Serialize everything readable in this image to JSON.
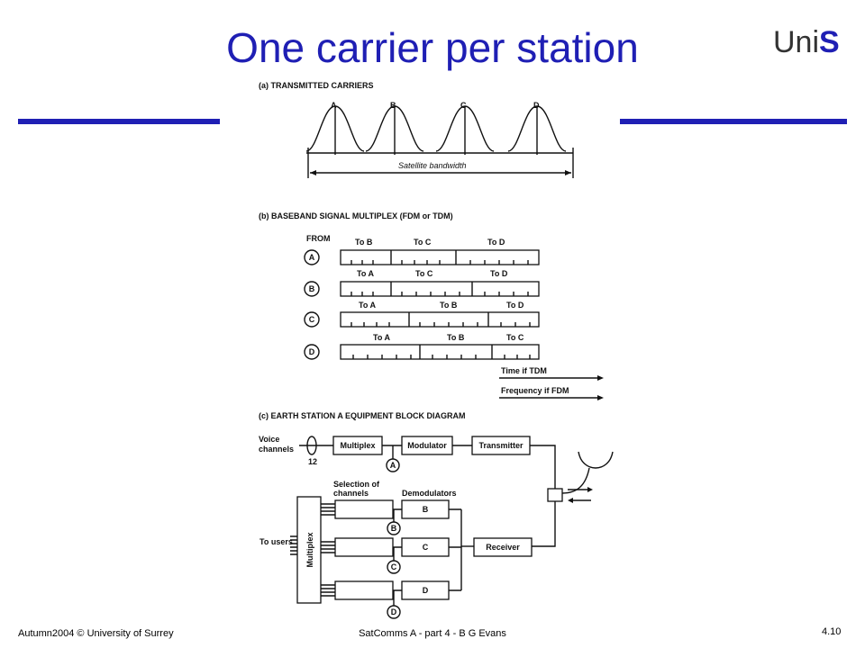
{
  "slide": {
    "title": "One carrier per station",
    "logo_prefix": "Uni",
    "logo_suffix": "S",
    "footer_left": "Autumn2004 © University of Surrey",
    "footer_center": "SatComms A - part 4 - B G Evans",
    "page_number": "4.10"
  },
  "diagram": {
    "section_a": {
      "title": "(a) TRANSMITTED CARRIERS",
      "carriers": [
        "A",
        "B",
        "C",
        "D"
      ],
      "bandwidth_label": "Satellite bandwidth"
    },
    "section_b": {
      "title": "(b) BASEBAND SIGNAL MULTIPLEX (FDM or TDM)",
      "from_label": "FROM",
      "rows": [
        {
          "station": "A",
          "segments": [
            "To B",
            "To C",
            "To D"
          ]
        },
        {
          "station": "B",
          "segments": [
            "To A",
            "To C",
            "To D"
          ]
        },
        {
          "station": "C",
          "segments": [
            "To A",
            "To B",
            "To D"
          ]
        },
        {
          "station": "D",
          "segments": [
            "To A",
            "To B",
            "To C"
          ]
        }
      ],
      "axis_tdm": "Time if TDM",
      "axis_fdm": "Frequency if FDM"
    },
    "section_c": {
      "title": "(c) EARTH STATION A EQUIPMENT BLOCK DIAGRAM",
      "voice_label_1": "Voice",
      "voice_label_2": "channels",
      "channel_count": "12",
      "multiplex_top": "Multiplex",
      "modulator": "Modulator",
      "transmitter": "Transmitter",
      "node_a": "A",
      "selection_1": "Selection of",
      "selection_2": "channels",
      "demodulators": "Demodulators",
      "demod_b": "B",
      "demod_c": "C",
      "demod_d": "D",
      "to_users": "To users",
      "multiplex_vertical": "Multiplex",
      "receiver": "Receiver",
      "node_b": "B",
      "node_c": "C",
      "node_d": "D"
    }
  }
}
